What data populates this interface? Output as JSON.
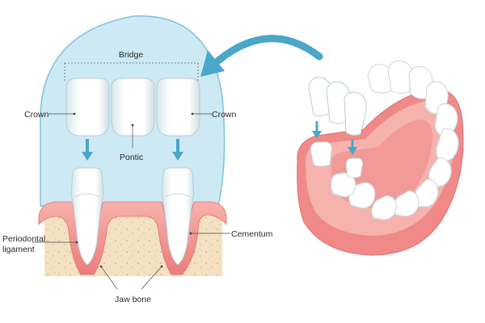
{
  "labels": {
    "bridge": "Bridge",
    "crown_left": "Crown",
    "crown_right": "Crown",
    "pontic": "Pontic",
    "periodontal_line1": "Periodontal",
    "periodontal_line2": "ligament",
    "cementum": "Cementum",
    "jaw_bone": "Jaw bone"
  },
  "colors": {
    "circle_fill": "#cdeaf4",
    "circle_stroke": "#7fc3dc",
    "arrow": "#4aa7c9",
    "gum": "#f08a88",
    "gum_light": "#f6b3ae",
    "bone": "#f3e0c0",
    "tooth": "#ffffff",
    "tooth_shade": "#e3eef3"
  }
}
